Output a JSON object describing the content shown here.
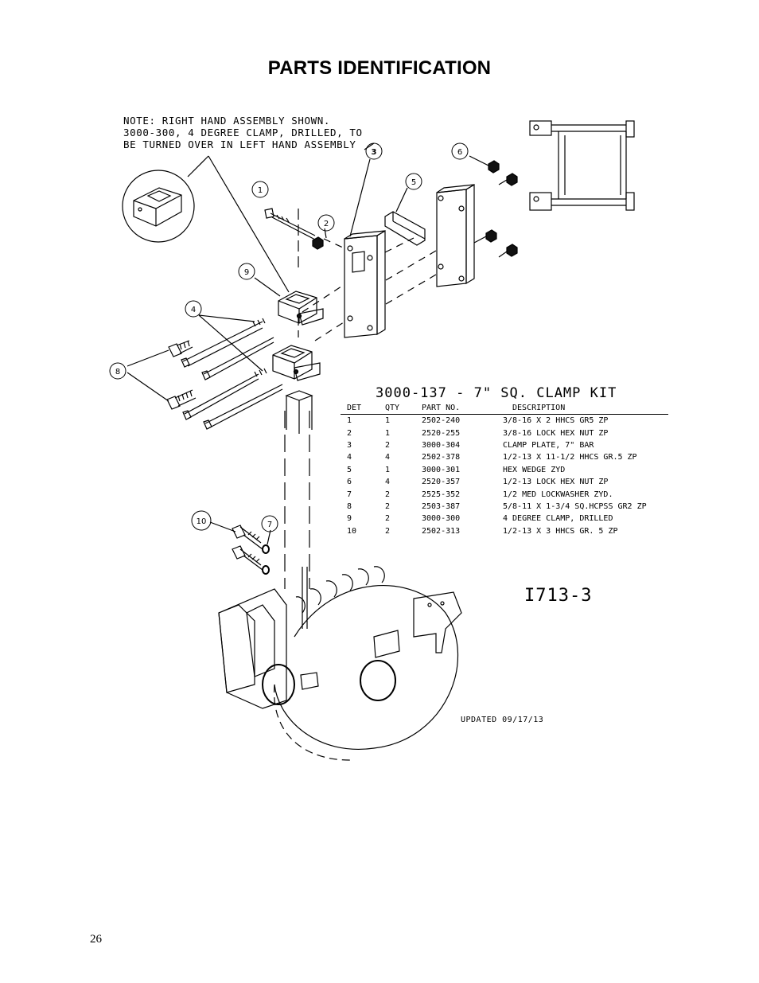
{
  "page": {
    "title": "PARTS IDENTIFICATION",
    "page_number": "26"
  },
  "note": {
    "lines": [
      "NOTE: RIGHT HAND ASSEMBLY SHOWN.",
      "3000-300, 4 DEGREE CLAMP, DRILLED, TO",
      "BE TURNED OVER IN LEFT HAND ASSEMBLY"
    ]
  },
  "kit": {
    "title": "3000-137  -  7\" SQ. CLAMP KIT",
    "headers": [
      "DET",
      "QTY",
      "PART NO.",
      "DESCRIPTION"
    ],
    "rows": [
      {
        "det": "1",
        "qty": "1",
        "part": "2502-240",
        "desc": "3/8-16 X 2 HHCS GR5 ZP"
      },
      {
        "det": "2",
        "qty": "1",
        "part": "2520-255",
        "desc": "3/8-16 LOCK HEX NUT ZP"
      },
      {
        "det": "3",
        "qty": "2",
        "part": "3000-304",
        "desc": "CLAMP PLATE, 7\" BAR"
      },
      {
        "det": "4",
        "qty": "4",
        "part": "2502-378",
        "desc": "1/2-13 X 11-1/2 HHCS GR.5 ZP"
      },
      {
        "det": "5",
        "qty": "1",
        "part": "3000-301",
        "desc": "HEX WEDGE ZYD"
      },
      {
        "det": "6",
        "qty": "4",
        "part": "2520-357",
        "desc": "1/2-13 LOCK HEX NUT ZP"
      },
      {
        "det": "7",
        "qty": "2",
        "part": "2525-352",
        "desc": "1/2 MED LOCKWASHER ZYD."
      },
      {
        "det": "8",
        "qty": "2",
        "part": "2503-387",
        "desc": "5/8-11 X 1-3/4 SQ.HCPSS GR2 ZP"
      },
      {
        "det": "9",
        "qty": "2",
        "part": "3000-300",
        "desc": "4 DEGREE CLAMP, DRILLED"
      },
      {
        "det": "10",
        "qty": "2",
        "part": "2502-313",
        "desc": "1/2-13 X 3 HHCS GR. 5 ZP"
      }
    ]
  },
  "drawing": {
    "code": "I713-3",
    "updated": "UPDATED 09/17/13",
    "balloons": [
      "1",
      "2",
      "3",
      "4",
      "5",
      "6",
      "7",
      "8",
      "9",
      "10"
    ]
  }
}
